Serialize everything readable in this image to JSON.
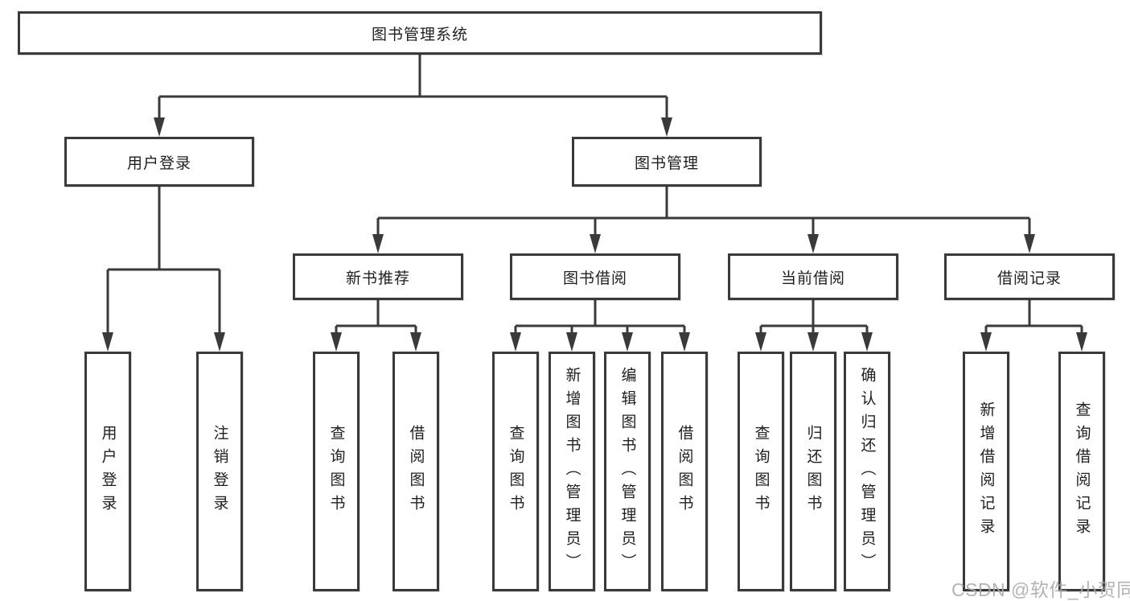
{
  "diagram_type": "functional-structure-tree",
  "tree": {
    "label": "图书管理系统",
    "children": [
      {
        "label": "用户登录",
        "children": [
          {
            "label": "用户登录"
          },
          {
            "label": "注销登录"
          }
        ]
      },
      {
        "label": "图书管理",
        "children": [
          {
            "label": "新书推荐",
            "children": [
              {
                "label": "查询图书"
              },
              {
                "label": "借阅图书"
              }
            ]
          },
          {
            "label": "图书借阅",
            "children": [
              {
                "label": "查询图书"
              },
              {
                "label": "新增图书（管理员）"
              },
              {
                "label": "编辑图书（管理员）"
              },
              {
                "label": "借阅图书"
              }
            ]
          },
          {
            "label": "当前借阅",
            "children": [
              {
                "label": "查询图书"
              },
              {
                "label": "归还图书"
              },
              {
                "label": "确认归还（管理员）"
              }
            ]
          },
          {
            "label": "借阅记录",
            "children": [
              {
                "label": "新增借阅记录"
              },
              {
                "label": "查询借阅记录"
              }
            ]
          }
        ]
      }
    ]
  },
  "watermark": "CSDN @软件_小贺同学",
  "colors": {
    "line": "#3a3a3a",
    "box_border": "#3a3a3a",
    "box_fill": "#ffffff",
    "text": "#1f1f1f",
    "watermark": "#a8a8a8",
    "background": "#ffffff"
  }
}
